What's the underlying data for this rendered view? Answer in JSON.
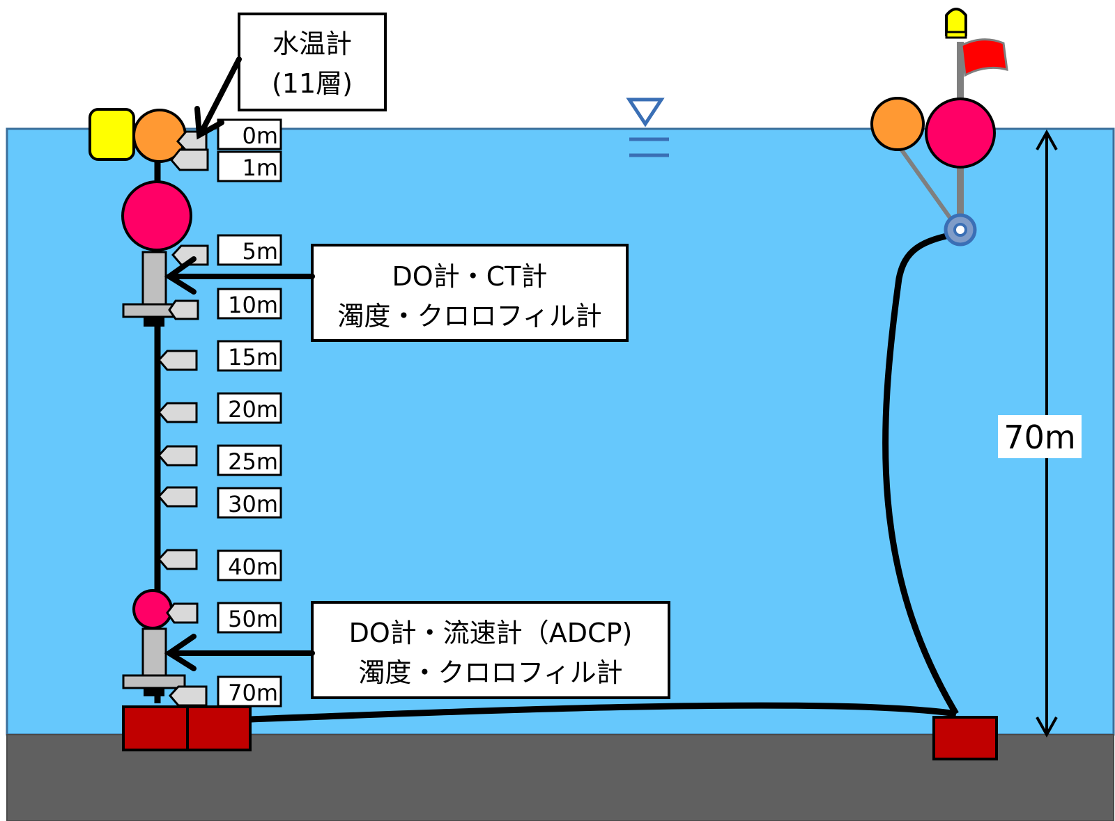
{
  "callouts": {
    "thermometer": [
      "水温計",
      "(11層)"
    ],
    "upper_instruments": [
      "DO計・CT計",
      "濁度・クロロフィル計"
    ],
    "lower_instruments": [
      "DO計・流速計（ADCP)",
      "濁度・クロロフィル計"
    ]
  },
  "depth_labels": [
    "0m",
    "1m",
    "5m",
    "10m",
    "15m",
    "20m",
    "25m",
    "30m",
    "40m",
    "50m",
    "70m"
  ],
  "total_depth_label": "70m",
  "colors": {
    "water": "#66c8fc",
    "seabed": "#606060",
    "float_pink": "#ff0066",
    "float_orange": "#ff9933",
    "float_yellow": "#ffff00",
    "anchor_red": "#c00000",
    "flag_red": "#ff0000",
    "sensor_gray": "#d9d9d9",
    "ring_blue": "#3a6fb5"
  },
  "icons": {
    "water_surface": "water-level-triangle-icon",
    "flag": "flag-icon",
    "beacon": "beacon-light-icon"
  }
}
